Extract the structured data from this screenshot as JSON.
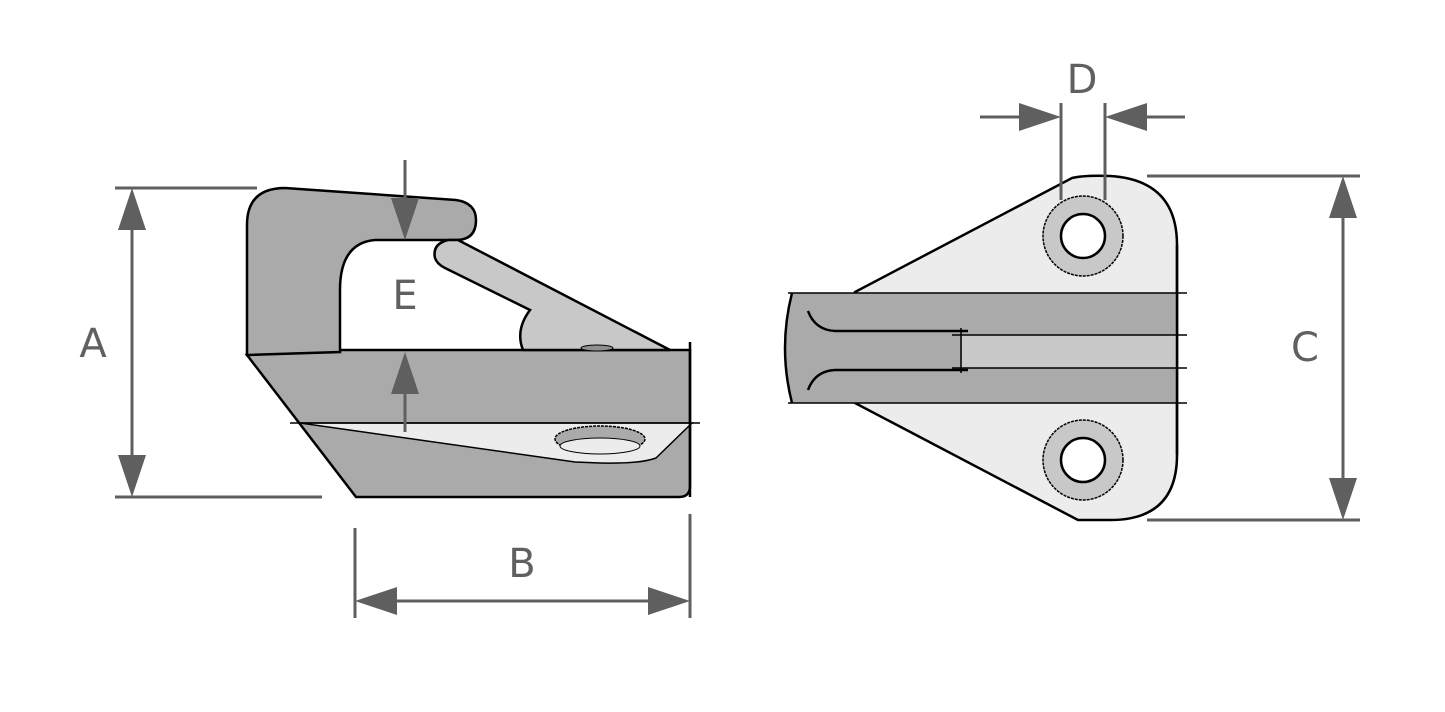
{
  "labels": {
    "a": "A",
    "b": "B",
    "c": "C",
    "d": "D",
    "e": "E"
  },
  "colors": {
    "dark_part": "#aaaaaa",
    "light_part": "#c8c8c8",
    "plate": "#ececec",
    "dimension": "#5f5f5f"
  }
}
